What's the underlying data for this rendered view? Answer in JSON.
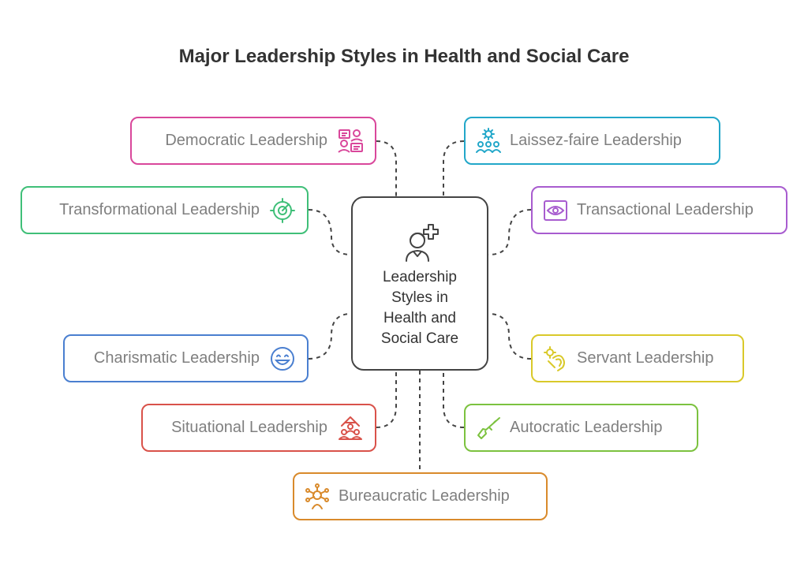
{
  "title": "Major Leadership Styles in Health and Social Care",
  "center": {
    "label": "Leadership\nStyles in\nHealth and\nSocial Care",
    "icon": "nurse-plus-icon"
  },
  "styles": {
    "democratic": {
      "label": "Democratic Leadership",
      "icon": "discussion-icon",
      "color": "#d9479b"
    },
    "transformational": {
      "label": "Transformational Leadership",
      "icon": "target-gauge-icon",
      "color": "#3fbf78"
    },
    "charismatic": {
      "label": "Charismatic Leadership",
      "icon": "smiley-icon",
      "color": "#4a7fd0"
    },
    "situational": {
      "label": "Situational Leadership",
      "icon": "team-arrow-icon",
      "color": "#d9524a"
    },
    "bureaucratic": {
      "label": "Bureaucratic Leadership",
      "icon": "hub-person-icon",
      "color": "#d98a2b"
    },
    "laissez_faire": {
      "label": "Laissez-faire Leadership",
      "icon": "group-gear-icon",
      "color": "#22a7c9"
    },
    "transactional": {
      "label": "Transactional Leadership",
      "icon": "eye-frame-icon",
      "color": "#a85ccf"
    },
    "servant": {
      "label": "Servant Leadership",
      "icon": "helping-hand-icon",
      "color": "#d9c92a"
    },
    "autocratic": {
      "label": "Autocratic Leadership",
      "icon": "rifle-icon",
      "color": "#7cc23f"
    }
  }
}
